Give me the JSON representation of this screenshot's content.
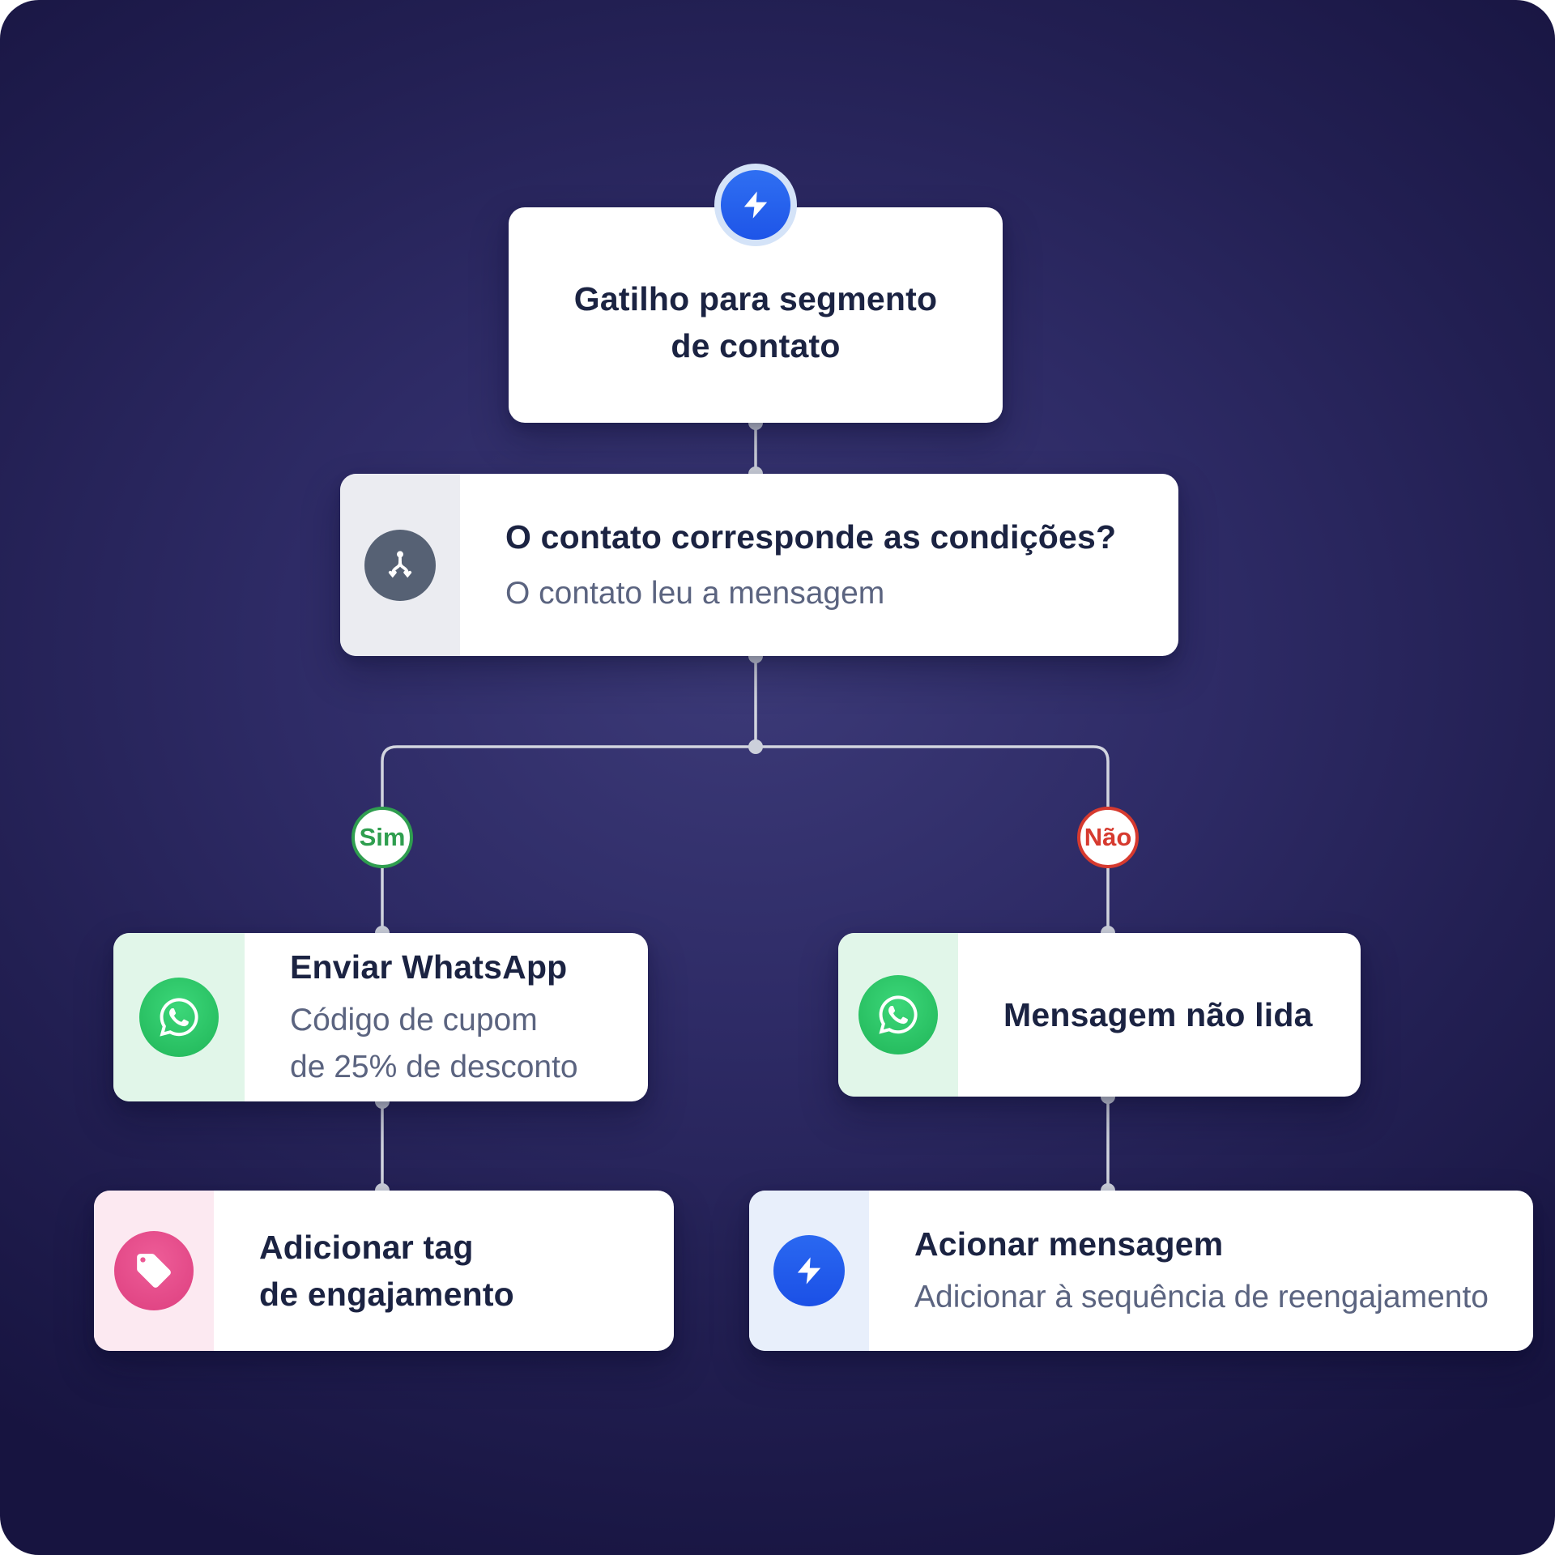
{
  "colors": {
    "accent_blue": "#2563eb",
    "whatsapp_green": "#29c35f",
    "tag_pink": "#e8518d",
    "yes_green": "#2f9e4f",
    "no_red": "#d63a2f",
    "background_navy": "#221f52"
  },
  "nodes": {
    "trigger": {
      "icon": "lightning-icon",
      "title_line1": "Gatilho para segmento",
      "title_line2": "de contato"
    },
    "condition": {
      "icon": "branch-icon",
      "title": "O contato corresponde as condições?",
      "subtitle": "O contato leu a mensagem"
    },
    "branch_yes": {
      "label": "Sim"
    },
    "branch_no": {
      "label": "Não"
    },
    "send_whatsapp": {
      "icon": "whatsapp-icon",
      "title": "Enviar WhatsApp",
      "subtitle_line1": "Código de cupom",
      "subtitle_line2": "de 25% de desconto"
    },
    "add_tag": {
      "icon": "tag-icon",
      "title_line1": "Adicionar tag",
      "title_line2": "de engajamento"
    },
    "unread_message": {
      "icon": "whatsapp-icon",
      "title": "Mensagem não lida"
    },
    "trigger_message": {
      "icon": "lightning-icon",
      "title": "Acionar mensagem",
      "subtitle": "Adicionar à sequência de reengajamento"
    }
  }
}
